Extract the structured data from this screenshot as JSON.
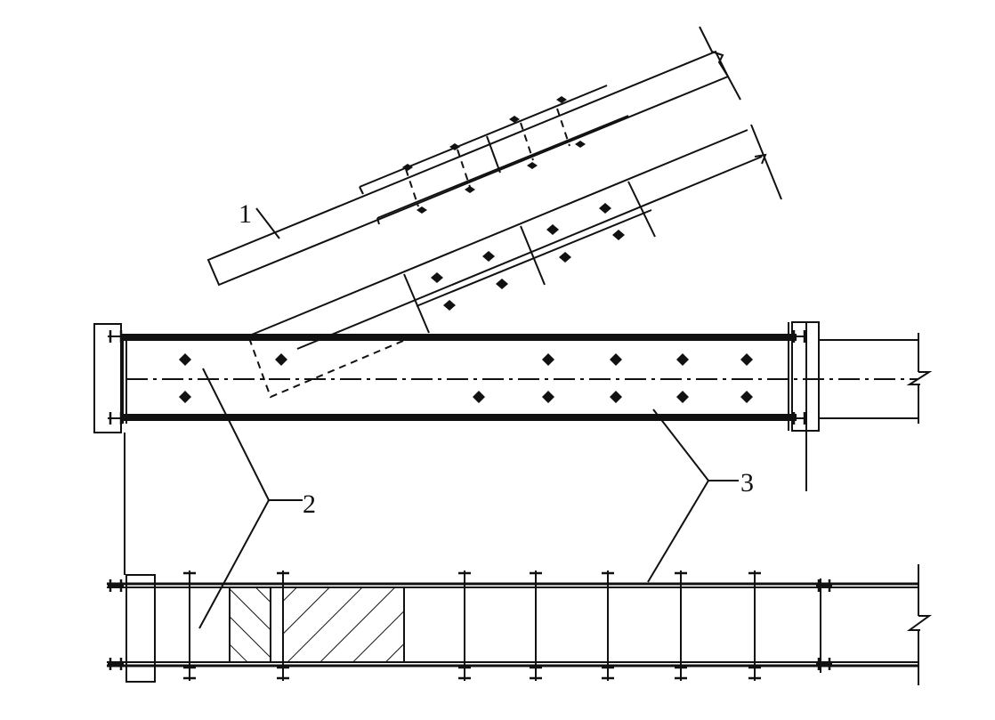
{
  "figure": {
    "labels": [
      {
        "id": "1",
        "text": "1"
      },
      {
        "id": "2",
        "text": "2"
      },
      {
        "id": "3",
        "text": "3"
      }
    ]
  },
  "colors": {
    "ink": "#111111",
    "background": "#ffffff"
  }
}
